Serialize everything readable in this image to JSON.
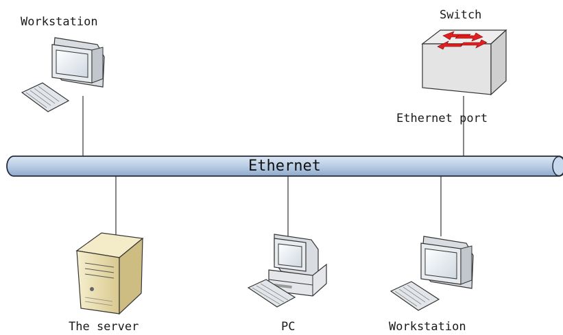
{
  "labels": {
    "workstation_top": "Workstation",
    "switch": "Switch",
    "ethernet_port": "Ethernet port",
    "ethernet_bus": "Ethernet",
    "server": "The server",
    "pc": "PC",
    "workstation_bottom": "Workstation"
  },
  "icons": {
    "workstation_top": "workstation-icon",
    "switch": "network-switch-icon",
    "server": "server-tower-icon",
    "pc": "desktop-pc-icon",
    "workstation_bottom": "workstation-icon"
  },
  "colors": {
    "bus_fill": "#b9cde5",
    "bus_stroke": "#1f2d3d",
    "switch_arrows": "#e02020",
    "server_body": "#e8dcae"
  }
}
